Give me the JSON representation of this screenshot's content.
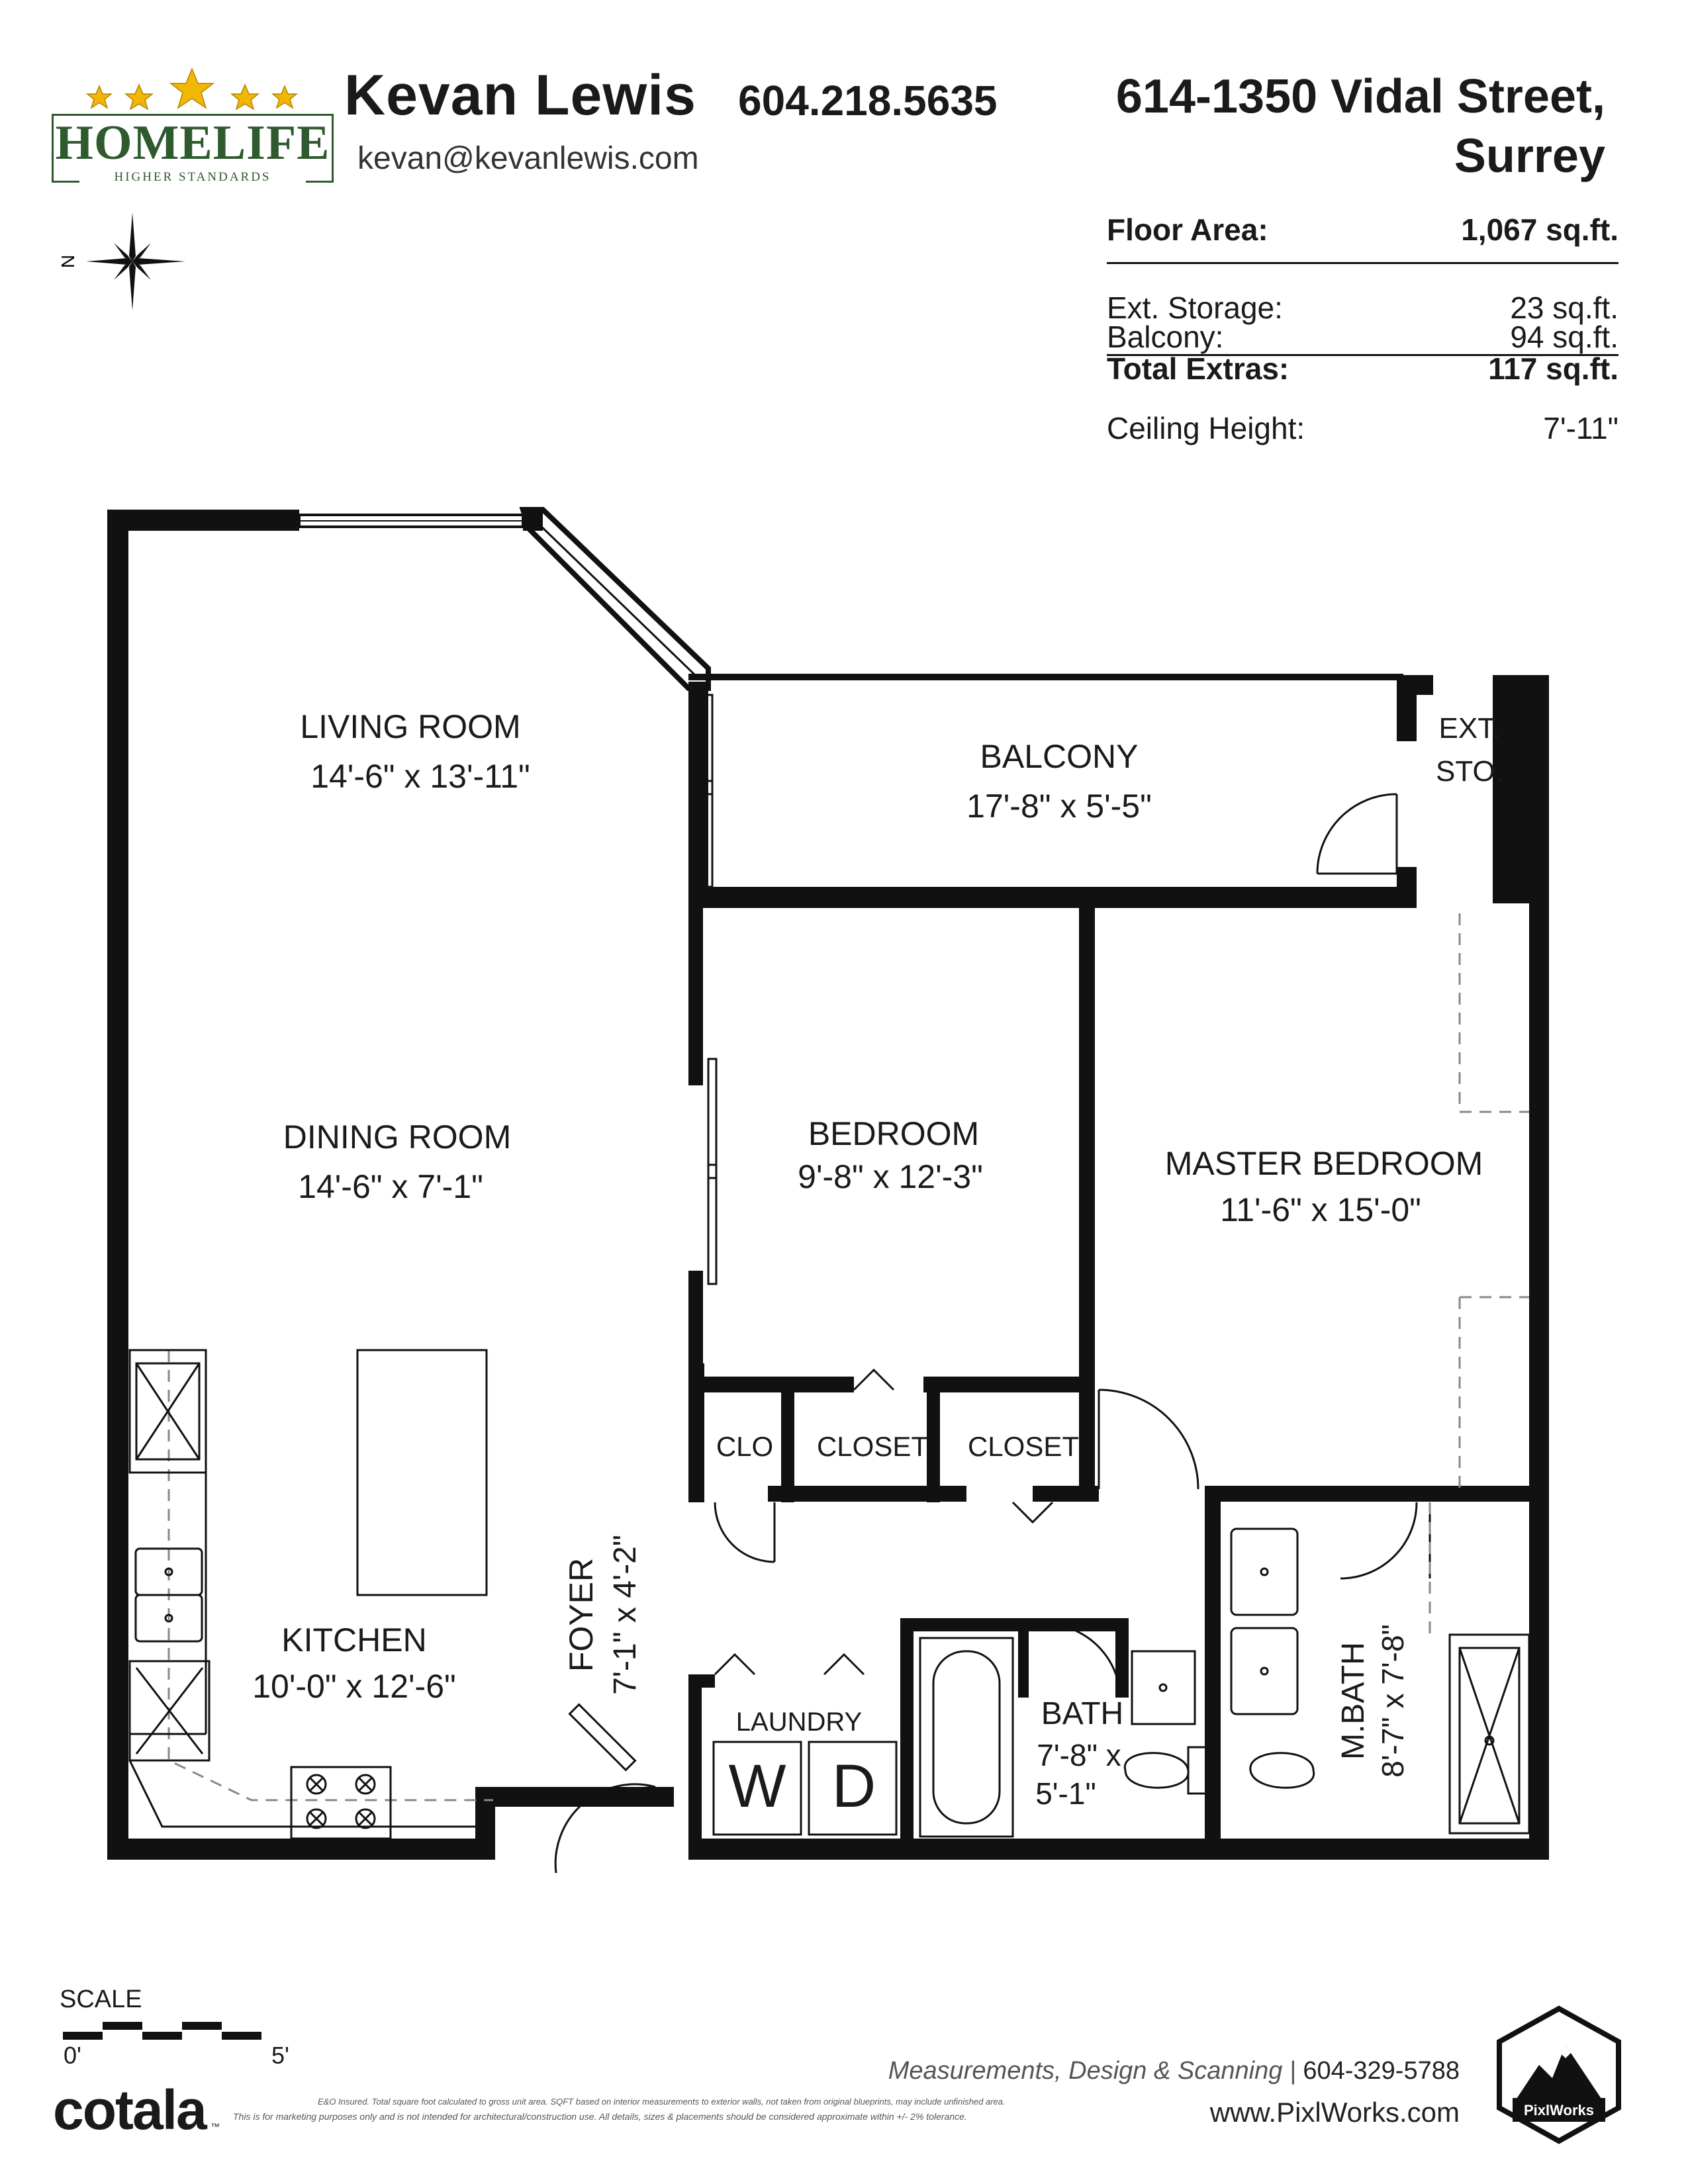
{
  "logo": {
    "brand": "HOMELIFE",
    "tagline": "HIGHER STANDARDS",
    "stars": 5,
    "accent_color": "#2e5a2e",
    "star_color": "#f2b705"
  },
  "agent": {
    "name": "Kevan Lewis",
    "phone": "604.218.5635",
    "email": "kevan@kevanlewis.com"
  },
  "address": {
    "line1": "614-1350 Vidal Street,",
    "line2": "Surrey"
  },
  "compass": {
    "label": "N",
    "icon": "compass-rose-icon"
  },
  "stats": {
    "floor_area_label": "Floor Area:",
    "floor_area_value": "1,067 sq.ft.",
    "ext_storage_label": "Ext. Storage:",
    "ext_storage_value": "23 sq.ft.",
    "balcony_label": "Balcony:",
    "balcony_value": "94 sq.ft.",
    "total_extras_label": "Total Extras:",
    "total_extras_value": "117 sq.ft.",
    "ceiling_label": "Ceiling Height:",
    "ceiling_value": "7'-11\""
  },
  "rooms": {
    "living_name": "LIVING ROOM",
    "living_dim": "14'-6\" x 13'-11\"",
    "dining_name": "DINING ROOM",
    "dining_dim": "14'-6\" x  7'-1\"",
    "kitchen_name": "KITCHEN",
    "kitchen_dim": "10'-0\" x 12'-6\"",
    "balcony_name": "BALCONY",
    "balcony_dim": "17'-8\" x  5'-5\"",
    "ext_sto_1": "EXT.",
    "ext_sto_2": "STO.",
    "bedroom_name": "BEDROOM",
    "bedroom_dim": "9'-8\" x 12'-3\"",
    "master_name": "MASTER BEDROOM",
    "master_dim": "11'-6\" x 15'-0\"",
    "clo": "CLO",
    "closet_1": "CLOSET",
    "closet_2": "CLOSET",
    "foyer_name": "FOYER",
    "foyer_dim": "7'-1\" x 4'-2\"",
    "laundry": "LAUNDRY",
    "washer": "W",
    "dryer": "D",
    "bath_name": "BATH",
    "bath_dim_1": "7'-8\" x",
    "bath_dim_2": "5'-1\"",
    "mbath_name": "M.BATH",
    "mbath_dim": "8'-7\" x 7'-8\""
  },
  "scale": {
    "title": "SCALE",
    "start": "0'",
    "end": "5'"
  },
  "footer": {
    "credit": "Measurements, Design & Scanning |",
    "credit_phone": "604-329-5788",
    "website": "www.PixlWorks.com",
    "disclaimer_1": "E&O Insured.  Total square foot calculated to gross unit area. SQFT based on interior measurements to exterior walls, not taken from original blueprints, may include unfinished area.",
    "disclaimer_2": "This is for marketing purposes only and is not intended for architectural/construction use.  All details, sizes & placements should be considered approximate within +/- 2% tolerance.",
    "cotala": "cotala",
    "badge": "PixlWorks"
  }
}
